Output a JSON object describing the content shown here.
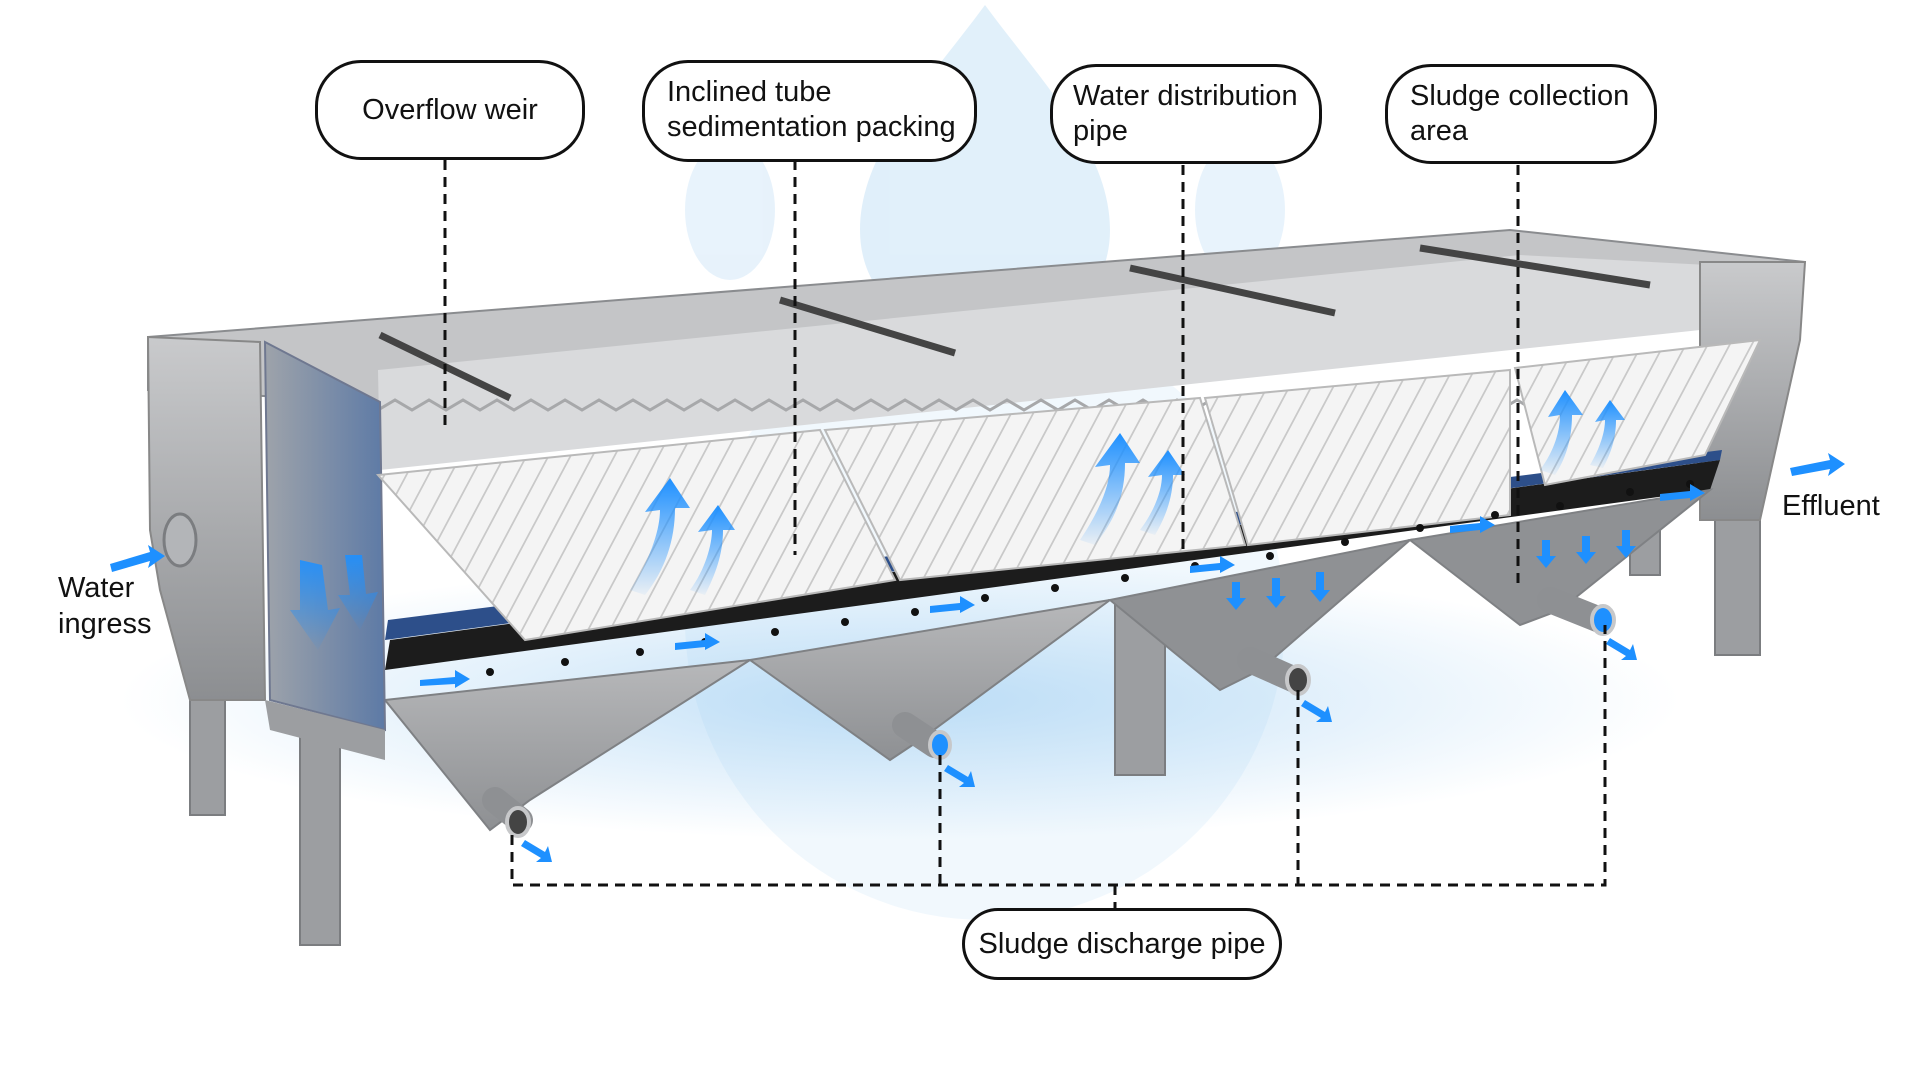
{
  "labels": {
    "overflow_weir": "Overflow weir",
    "inclined_tube_packing": "Inclined tube\nsedimentation packing",
    "water_distribution_pipe": "Water distribution\npipe",
    "sludge_collection_area": "Sludge collection\narea",
    "sludge_discharge_pipe": "Sludge discharge pipe",
    "water_ingress": "Water\ningress",
    "effluent": "Effluent"
  },
  "colors": {
    "steel": "#a9aaac",
    "steel_light": "#c9cacc",
    "steel_dark": "#6f7174",
    "packing": "#f2f2f2",
    "flow_arrow": "#1e90ff",
    "blue_glow": "#8fc6f0",
    "line": "#111111"
  },
  "icons": {
    "logo": "water-drop-watermark-icon",
    "flow": "flow-arrow-icon"
  }
}
